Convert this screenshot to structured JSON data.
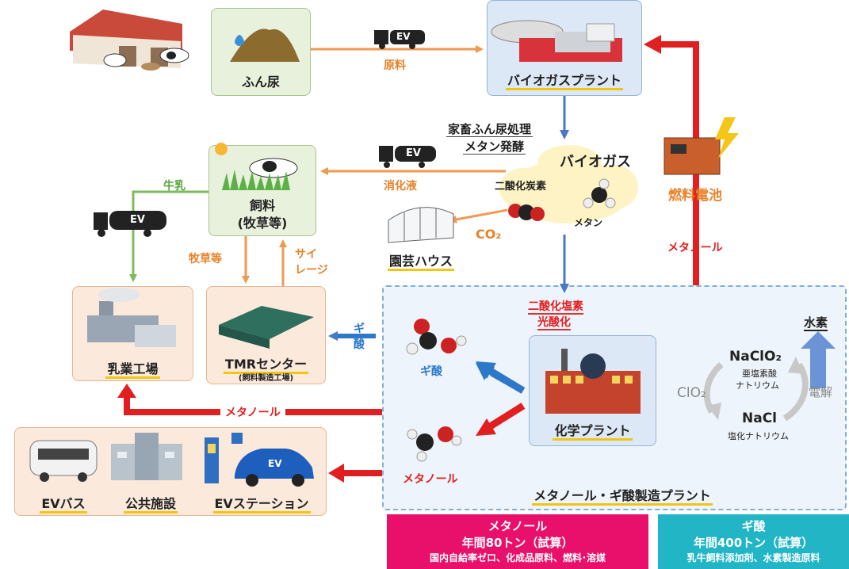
{
  "nodes": {
    "dung": "ふん尿",
    "biogas_plant": "バイオガスプラント",
    "feed_line1": "飼料",
    "feed_line2": "(牧草等)",
    "fuel_cell": "燃料電池",
    "greenhouse": "園芸ハウス",
    "dairy_factory": "乳業工場",
    "tmr_center": "TMRセンター",
    "tmr_sub": "(飼料製造工場)",
    "chemical_plant": "化学プラント",
    "ev_bus": "EVバス",
    "public_facility": "公共施設",
    "ev_station": "EVステーション",
    "manufacturing_plant": "メタノール・ギ酸製造プラント"
  },
  "labels": {
    "raw_material": "原料",
    "process_line1": "家畜ふん尿処理",
    "process_line2": "メタン発酵",
    "biogas": "バイオガス",
    "co2_name": "二酸化炭素",
    "methane": "メタン",
    "digestate": "消化液",
    "co2": "CO₂",
    "milk": "牛乳",
    "grass": "牧草等",
    "silage_line1": "サイ",
    "silage_line2": "レージ",
    "formic_acid_arrow_1": "ギ",
    "formic_acid_arrow_2": "酸",
    "methanol_right": "メタノール",
    "methanol_bottom": "メタノール",
    "photo_line1": "二酸化塩素",
    "photo_line2": "光酸化",
    "formic_acid": "ギ酸",
    "methanol_mol": "メタノール",
    "hydrogen": "水素",
    "naclo2": "NaClO₂",
    "naclo2_name_1": "亜塩素酸",
    "naclo2_name_2": "ナトリウム",
    "clo2": "ClO₂",
    "nacl": "NaCl",
    "nacl_name": "塩化ナトリウム",
    "electrolysis": "電解",
    "ev": "EV"
  },
  "banners": {
    "methanol": {
      "title": "メタノール",
      "amount": "年間80トン（試算）",
      "uses": "国内自給率ゼロ、化成品原料、燃料･溶媒"
    },
    "formic": {
      "title": "ギ酸",
      "amount": "年間400トン（試算）",
      "uses": "乳牛飼料添加剤、水素製造原料"
    }
  },
  "colors": {
    "orange_arrow": "#ef9a50",
    "red_arrow": "#e02020",
    "blue_arrow": "#4a78c2",
    "green_arrow": "#7dbb5c",
    "highlight": "#f2c511",
    "methanol_banner": "#e8106a",
    "formic_banner": "#21b5c6"
  }
}
